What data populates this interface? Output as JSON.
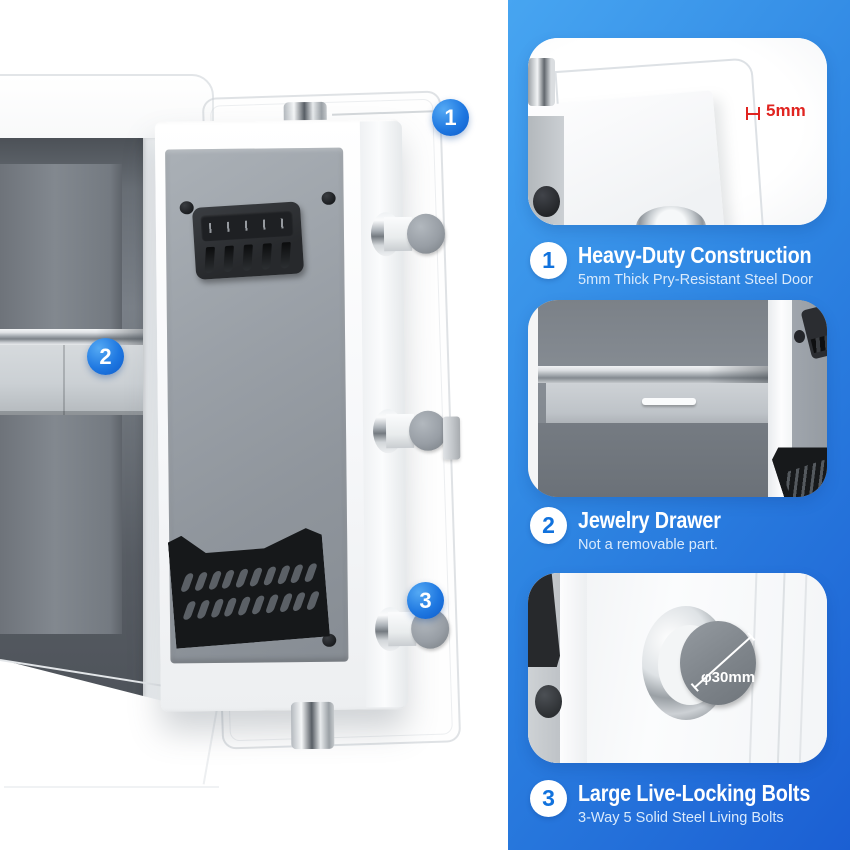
{
  "page": {
    "background": "#ffffff"
  },
  "panel": {
    "gradient_top": "#47a5f1",
    "gradient_bottom": "#1b5fd3",
    "accent_red": "#e02420"
  },
  "callouts": [
    {
      "number": "1"
    },
    {
      "number": "2"
    },
    {
      "number": "3"
    }
  ],
  "features": [
    {
      "number": "1",
      "title": "Heavy-Duty Construction",
      "subtitle": "5mm Thick Pry-Resistant Steel Door",
      "annotation": "5mm"
    },
    {
      "number": "2",
      "title": "Jewelry Drawer",
      "subtitle": "Not a removable part."
    },
    {
      "number": "3",
      "title": "Large Live-Locking Bolts",
      "subtitle": "3-Way 5 Solid Steel Living Bolts",
      "annotation": "φ30mm"
    }
  ]
}
